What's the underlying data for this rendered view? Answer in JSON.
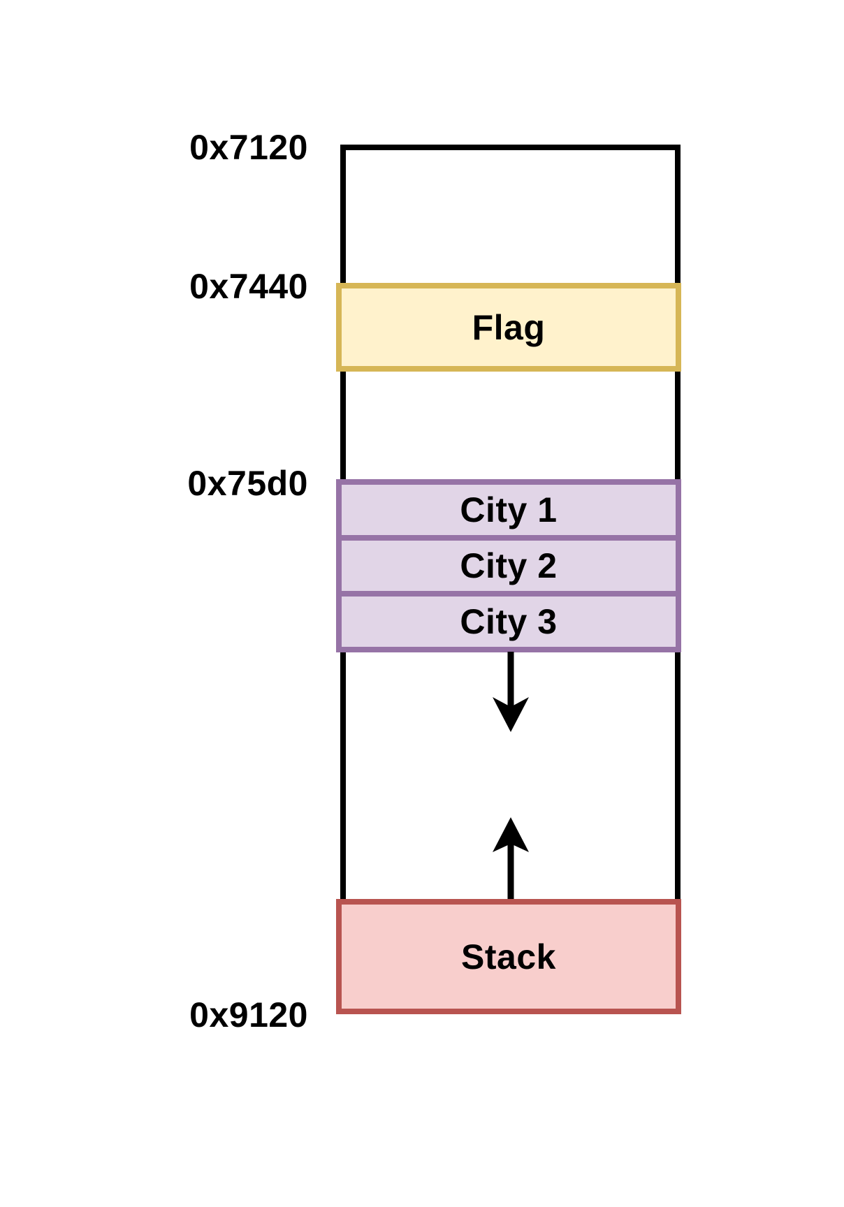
{
  "diagram": {
    "type": "memory-layout",
    "background": "#FFFFFF",
    "outline_color": "#000000",
    "address_labels": [
      {
        "label": "0x7120",
        "marks": "top of memory region"
      },
      {
        "label": "0x7440",
        "marks": "top of Flag region"
      },
      {
        "label": "0x75d0",
        "marks": "top of City 1 region"
      },
      {
        "label": "0x9120",
        "marks": "bottom of Stack region"
      }
    ],
    "regions": {
      "flag": {
        "label": "Flag",
        "fill": "#FFF2CC",
        "stroke": "#D6B656"
      },
      "city1": {
        "label": "City 1",
        "fill": "#E1D5E7",
        "stroke": "#9673A6"
      },
      "city2": {
        "label": "City 2",
        "fill": "#E1D5E7",
        "stroke": "#9673A6"
      },
      "city3": {
        "label": "City 3",
        "fill": "#E1D5E7",
        "stroke": "#9673A6"
      },
      "stack": {
        "label": "Stack",
        "fill": "#F8CECC",
        "stroke": "#B85450"
      }
    },
    "arrows": [
      {
        "name": "growth-down-arrow",
        "direction": "down",
        "color": "#000000"
      },
      {
        "name": "growth-up-arrow",
        "direction": "up",
        "color": "#000000"
      }
    ]
  }
}
